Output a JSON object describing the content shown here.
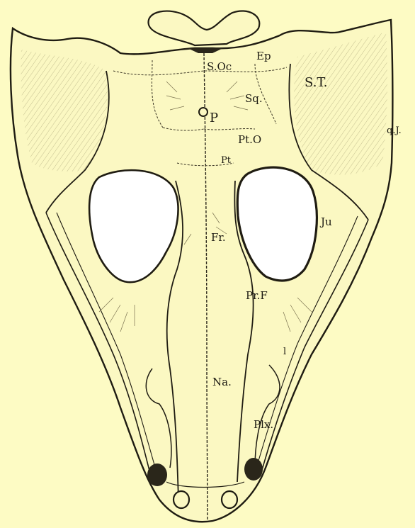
{
  "figure": {
    "subject": "Skull outline, dorsal view, with labelled bones",
    "labels": {
      "supraoccipital": "S.Oc",
      "epiotic": "Ep",
      "supratemporal": "S.T.",
      "squamosal": "Sq.",
      "parietal_foramen": "P",
      "postorbital": "Pt.O",
      "quadratojugal": "q.J.",
      "postfrontal_small": "Pt",
      "jugal": "Ju",
      "frontal": "Fr.",
      "prefrontal": "Pr.F",
      "lacrimal": "l",
      "nasal": "Na.",
      "premaxilla": "Plx."
    }
  }
}
